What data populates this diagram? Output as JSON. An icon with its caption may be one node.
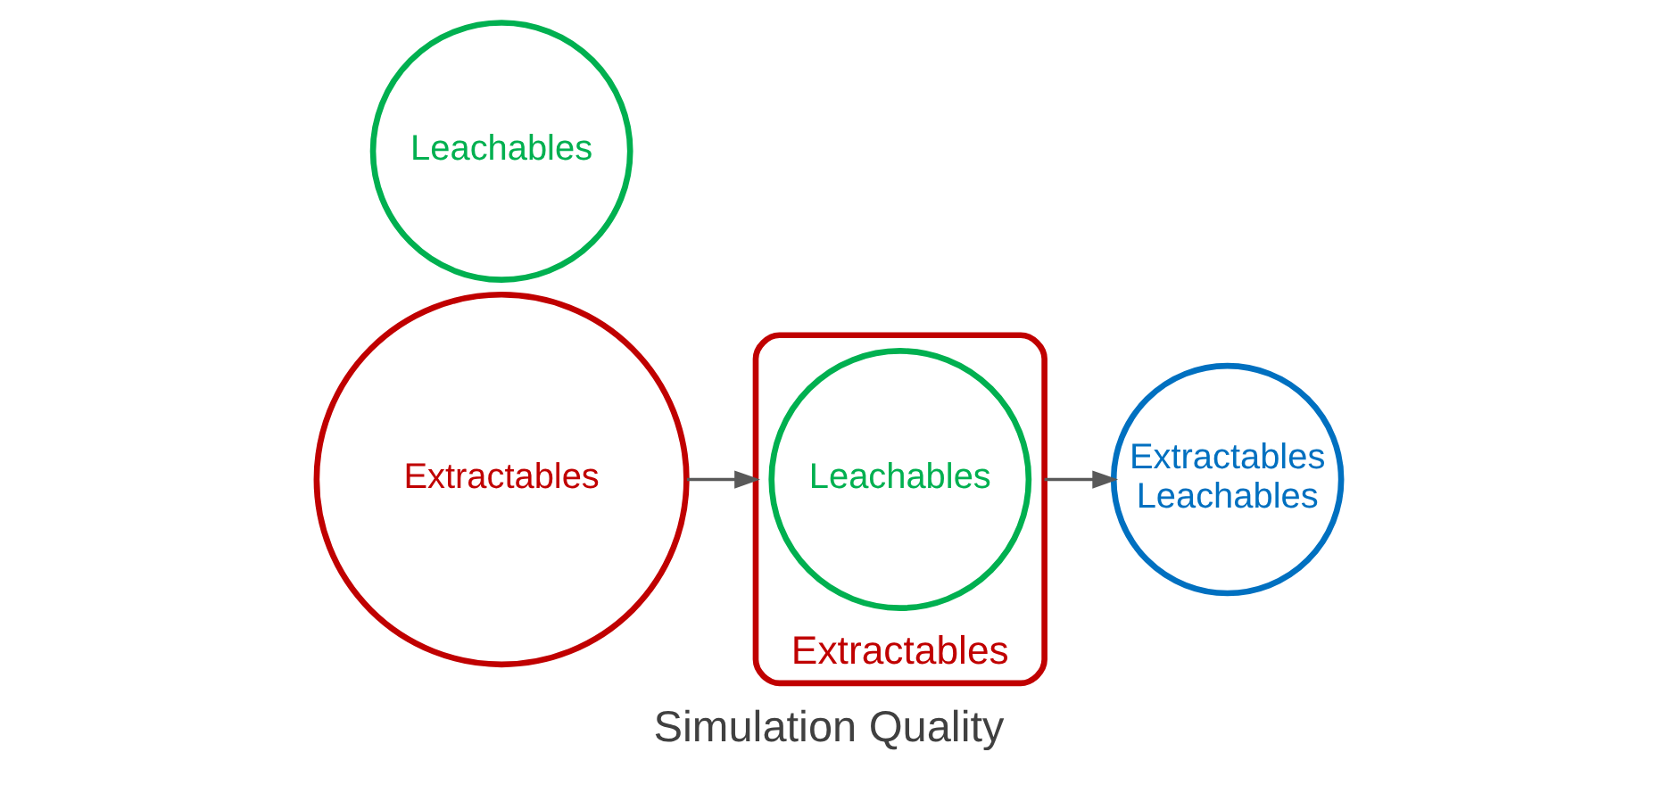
{
  "diagram": {
    "caption": "Simulation Quality",
    "nodes": [
      {
        "text": [
          "Extractables"
        ]
      },
      {
        "text": [
          "Leachables"
        ]
      },
      {
        "text": [
          "Extractables"
        ]
      },
      {
        "text": [
          "Leachables"
        ],
        "in": 2
      },
      {
        "text": [
          "Extractables",
          "Leachables"
        ]
      }
    ],
    "edges": [
      {
        "from": 0,
        "to": 2,
        "arrow": "to"
      },
      {
        "from": 2,
        "to": 4,
        "arrow": "to"
      }
    ]
  }
}
